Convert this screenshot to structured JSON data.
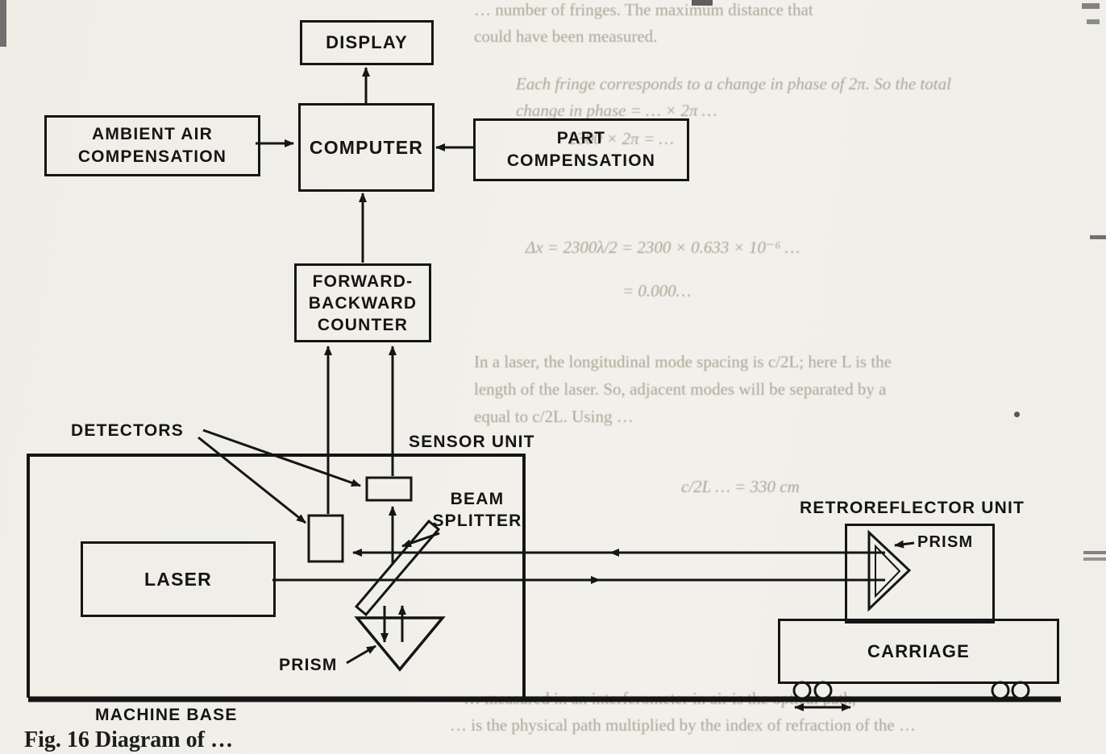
{
  "diagram": {
    "display": "DISPLAY",
    "computer": "COMPUTER",
    "ambient_line1": "AMBIENT AIR",
    "ambient_line2": "COMPENSATION",
    "part_line1": "PART",
    "part_line2": "COMPENSATION",
    "counter_line1": "FORWARD-",
    "counter_line2": "BACKWARD",
    "counter_line3": "COUNTER",
    "detectors": "DETECTORS",
    "sensor_unit": "SENSOR UNIT",
    "beam_splitter_line1": "BEAM",
    "beam_splitter_line2": "SPLITTER",
    "laser": "LASER",
    "prism_lower": "PRISM",
    "retroreflector_unit": "RETROREFLECTOR UNIT",
    "prism_retro": "PRISM",
    "carriage": "CARRIAGE",
    "machine_base": "MACHINE BASE",
    "caption": "Fig. 16 Diagram of …"
  },
  "bleedthrough": [
    "… number of fringes. The maximum distance that",
    "could have been measured.",
    "Each fringe corresponds to a change in phase of 2π. So the total",
    "change in phase = … × 2π …",
    "2300 × 2π = …",
    "Δx = 2300λ/2 = 2300 × 0.633 × 10⁻⁶ …",
    "= 0.000…",
    "In a laser, the longitudinal mode spacing is c/2L; here L is the",
    "length of the laser. So, adjacent modes will be separated by a",
    "equal to c/2L. Using …",
    "c/2L … = 330 cm",
    "… measured in an interferometer in air is the optical path,",
    "… is the physical path multiplied by the index of refraction of the …"
  ],
  "colors": {
    "paper": "#f1efe9",
    "ink": "#151515",
    "bleedthrough_text": "#a59d8d"
  }
}
